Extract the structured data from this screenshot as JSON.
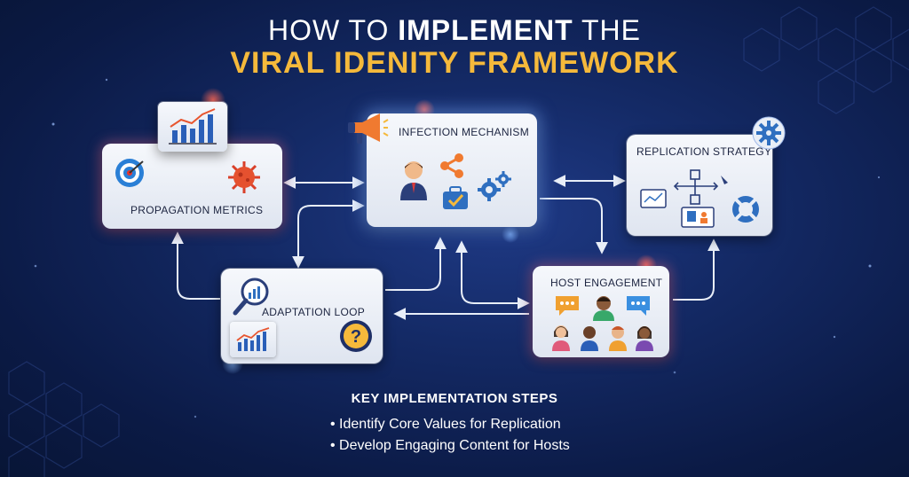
{
  "title": {
    "line1_prefix": "HOW TO ",
    "line1_bold": "IMPLEMENT",
    "line1_suffix": " THE",
    "line2": "VIRAL IDENITY FRAMEWORK"
  },
  "nodes": {
    "propagation": {
      "label": "PROPAGATION METRICS"
    },
    "infection": {
      "label": "INFECTION MECHANISM"
    },
    "replication": {
      "label": "REPLICATION STRATEGY"
    },
    "adaptation": {
      "label": "ADAPTATION LOOP"
    },
    "engagement": {
      "label": "HOST ENGAGEMENT"
    }
  },
  "steps": {
    "title": "KEY IMPLEMENTATION STEPS",
    "items": [
      "• Identify Core Values for Replication",
      "• Develop Engaging Content for Hosts"
    ]
  },
  "colors": {
    "accent": "#f5b93b",
    "background": "#142a66",
    "arrow": "#e8eef8"
  },
  "icons": [
    "bar-chart-icon",
    "target-icon",
    "virus-icon",
    "megaphone-icon",
    "person-icon",
    "share-icon",
    "briefcase-icon",
    "gear-icon",
    "flowchart-icon",
    "mini-gear-icon",
    "lifebuoy-icon",
    "magnifier-chart-icon",
    "question-icon",
    "chat-bubble-icon",
    "people-icon"
  ]
}
